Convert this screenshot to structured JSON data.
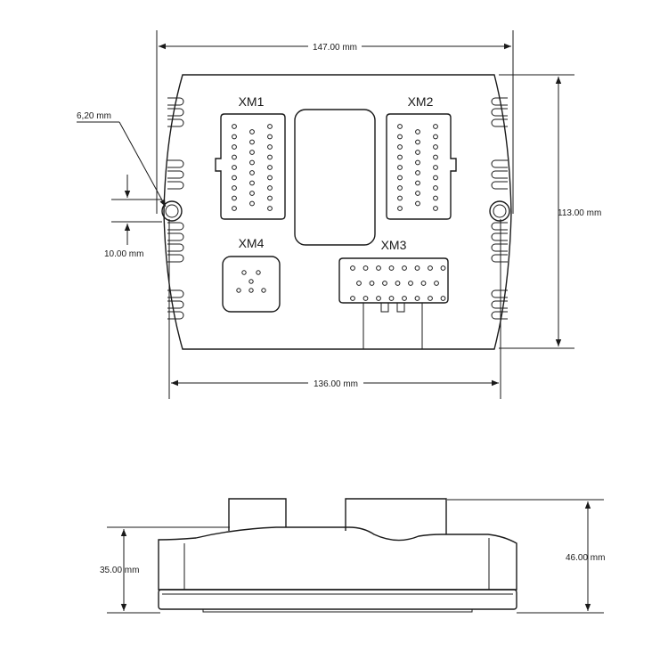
{
  "dimensions": {
    "top_width": "147.00 mm",
    "height": "113.00 mm",
    "bottom_width": "136.00 mm",
    "hole_diameter": "6,20 mm",
    "hole_offset": "10.00 mm",
    "body_height": "35.00 mm",
    "total_height": "46.00 mm"
  },
  "connectors": {
    "xm1": "XM1",
    "xm2": "XM2",
    "xm3": "XM3",
    "xm4": "XM4"
  },
  "colors": {
    "line": "#1a1a1a",
    "background": "#ffffff"
  }
}
